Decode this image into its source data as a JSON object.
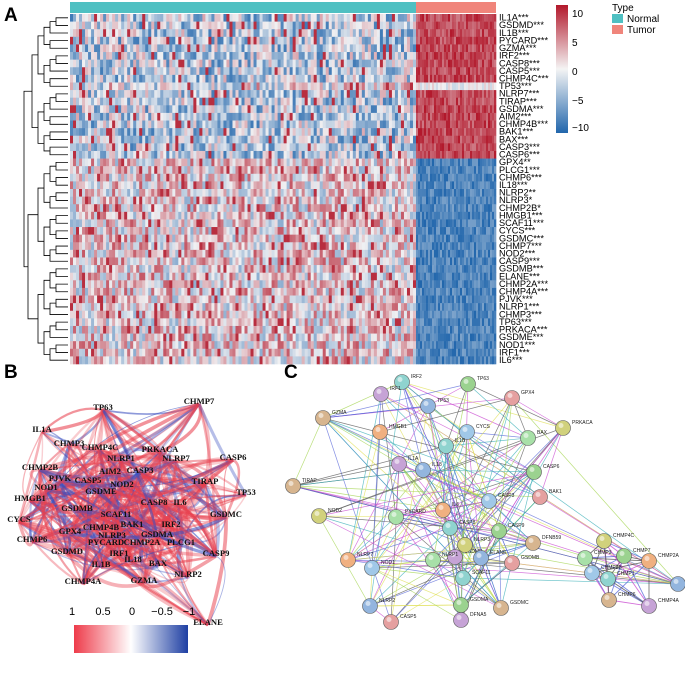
{
  "panels": {
    "a": "A",
    "b": "B",
    "c": "C"
  },
  "heatmap": {
    "type_label": "Type",
    "groups": [
      {
        "name": "Normal",
        "color": "#4fc0c2"
      },
      {
        "name": "Tumor",
        "color": "#f0857b"
      }
    ],
    "colorbar": {
      "ticks": [
        "10",
        "5",
        "0",
        "−5",
        "−10"
      ],
      "high_color": "#b2182b",
      "mid_color": "#f0f0f0",
      "low_color": "#2166ac"
    },
    "genes": [
      "IL1A***",
      "GSDMD***",
      "IL1B***",
      "PYCARD***",
      "GZMA***",
      "IRF2***",
      "CASP8***",
      "CASP5***",
      "CHMP4C***",
      "TP53***",
      "NLRP7***",
      "TIRAP***",
      "GSDMA***",
      "AIM2***",
      "CHMP4B***",
      "BAK1***",
      "BAX***",
      "CASP3***",
      "CASP6***",
      "GPX4**",
      "PLCG1***",
      "CHMP6***",
      "IL18***",
      "NLRP2**",
      "NLRP3*",
      "CHMP2B*",
      "HMGB1***",
      "SCAF11***",
      "CYCS***",
      "GSDMC***",
      "CHMP7***",
      "NOD2***",
      "CASP9***",
      "GSDMB***",
      "ELANE***",
      "CHMP2A***",
      "CHMP4A***",
      "PJVK***",
      "NLRP1***",
      "CHMP3***",
      "TP63***",
      "PRKACA***",
      "GSDME***",
      "NOD1***",
      "IRF1***",
      "IL6***"
    ],
    "tumor_direction": [
      "up",
      "up",
      "up",
      "up",
      "up",
      "up",
      "up",
      "up",
      "up",
      "none",
      "up",
      "up",
      "up",
      "up",
      "up",
      "up",
      "up",
      "up",
      "up",
      "down",
      "down",
      "down",
      "down",
      "down",
      "down",
      "down",
      "down",
      "down",
      "down",
      "down",
      "down",
      "down",
      "down",
      "down",
      "down",
      "down",
      "down",
      "down",
      "down",
      "down",
      "down",
      "down",
      "down",
      "down",
      "down",
      "down"
    ]
  },
  "network_b": {
    "nodes": [
      "TP63",
      "CHMP7",
      "IL1A",
      "CHMP3",
      "CHMP4C",
      "PRKACA",
      "NLRP1",
      "NLRP7",
      "CASP6",
      "CHMP2B",
      "AIM2",
      "CASP3",
      "PJVK",
      "CASP5",
      "NOD2",
      "TIRAP",
      "TP53",
      "NOD1",
      "GSDME",
      "HMGB1",
      "GSDMB",
      "CASP8",
      "IL6",
      "GSDMC",
      "SCAF11",
      "CYCS",
      "BAK1",
      "IRF2",
      "CHMP6",
      "CHMP4B",
      "GSDMA",
      "GPX4",
      "NLRP3",
      "CHMP2A",
      "PLCG1",
      "GSDMD",
      "PYCARD",
      "IRF1",
      "CASP9",
      "IL1B",
      "IL18",
      "BAX",
      "NLRP2",
      "CHMP4A",
      "GZMA",
      "ELANE"
    ],
    "scale_ticks": [
      "1",
      "0.5",
      "0",
      "−0.5",
      "−1"
    ]
  },
  "network_c": {
    "nodes": [
      "IRF2",
      "TP63",
      "GZMA",
      "IRF1",
      "TP53",
      "GPX4",
      "PRKACA",
      "BAX",
      "HMGB1",
      "CYCS",
      "IL1B",
      "CASP6",
      "TIRAP",
      "IL1A",
      "IL18",
      "BAK1",
      "NOD2",
      "PYCARD",
      "IL6",
      "CASP3",
      "CASP8",
      "CASP9",
      "DFNB59",
      "GSDMD",
      "ELANE",
      "GSDMB",
      "NLRP3",
      "NLRP1",
      "NLRP7",
      "NOD1",
      "SCAF11",
      "GSDMA",
      "GSDMC",
      "DFNA5",
      "NLRP2",
      "CASP5",
      "CHMP4C",
      "CHMP3",
      "CHMP2A",
      "CHMP2B",
      "CHMP1",
      "CHMP7",
      "CHMP6",
      "CHMP4A",
      "CHMF"
    ]
  }
}
